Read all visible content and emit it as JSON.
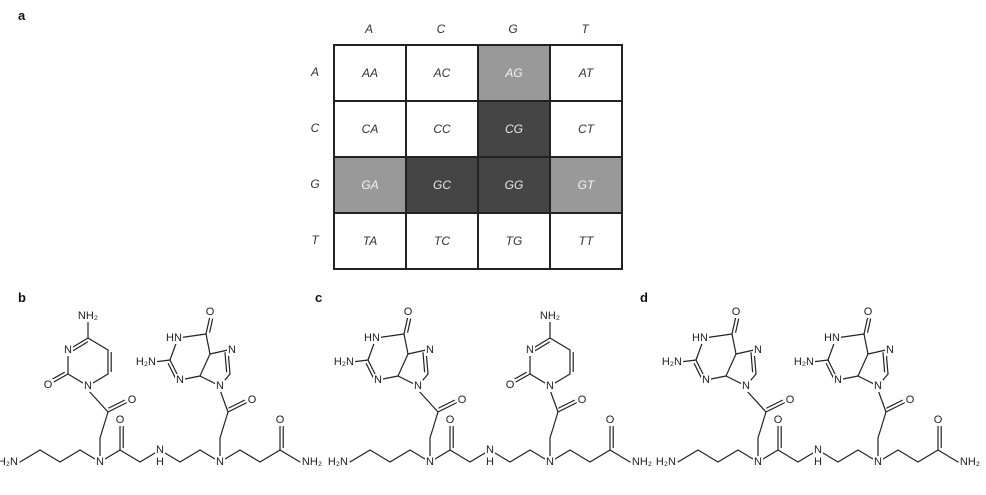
{
  "panels": {
    "a": "a",
    "b": "b",
    "c": "c",
    "d": "d"
  },
  "grid": {
    "col_headers": [
      "A",
      "C",
      "G",
      "T"
    ],
    "row_headers": [
      "A",
      "C",
      "G",
      "T"
    ],
    "cells": [
      [
        "AA",
        "AC",
        "AG",
        "AT"
      ],
      [
        "CA",
        "CC",
        "CG",
        "CT"
      ],
      [
        "GA",
        "GC",
        "GG",
        "GT"
      ],
      [
        "TA",
        "TC",
        "TG",
        "TT"
      ]
    ],
    "shade": [
      [
        0,
        0,
        1,
        0
      ],
      [
        0,
        0,
        2,
        0
      ],
      [
        1,
        2,
        2,
        1
      ],
      [
        0,
        0,
        0,
        0
      ]
    ]
  },
  "labels": {
    "nh2": "NH₂",
    "h2n": "H₂N",
    "o": "O",
    "n": "N",
    "nh": "NH",
    "hn": "HN",
    "h": "H"
  },
  "molecules": [
    {
      "panel": "b",
      "bases": [
        "C",
        "G"
      ]
    },
    {
      "panel": "c",
      "bases": [
        "G",
        "C"
      ]
    },
    {
      "panel": "d",
      "bases": [
        "G",
        "G"
      ]
    }
  ]
}
